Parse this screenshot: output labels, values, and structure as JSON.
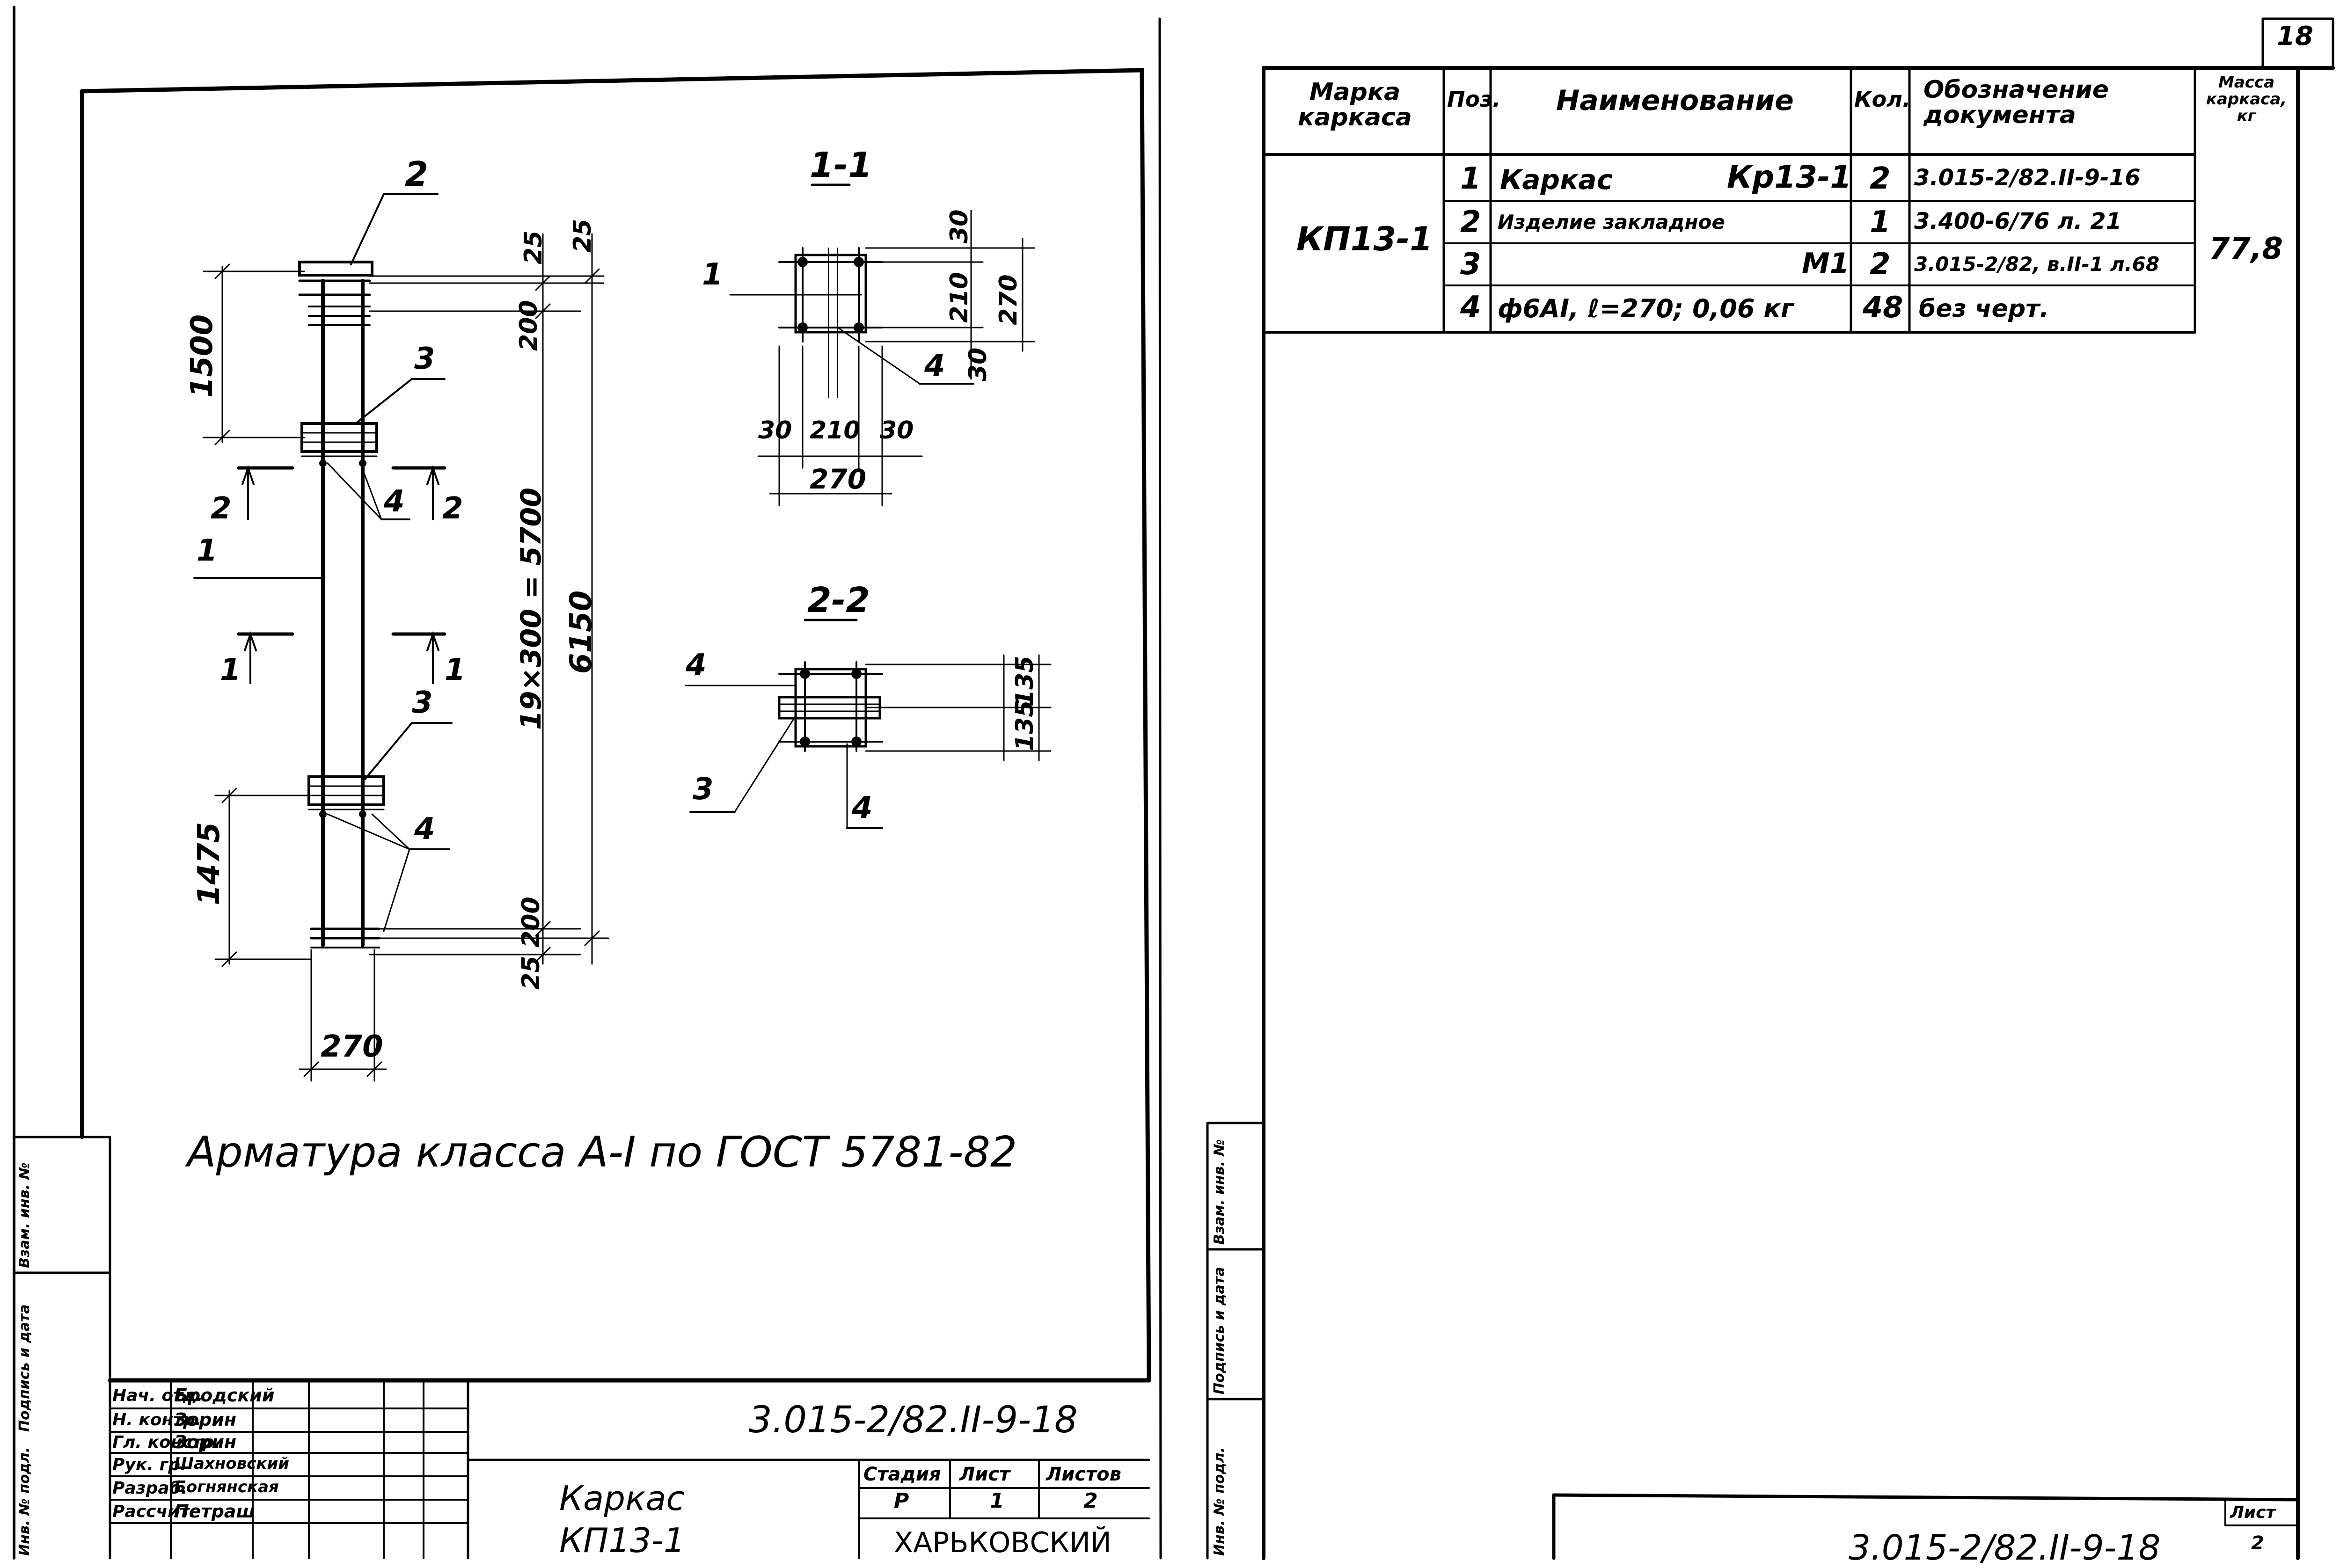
{
  "page_number": "18",
  "drawing": {
    "callout_2_top": "2",
    "callout_3_upper": "3",
    "callout_4_upper": "4",
    "callout_3_lower": "3",
    "callout_4_lower": "4",
    "callout_1_left": "1",
    "dim_25_top": "25",
    "dim_25_top_b": "25",
    "dim_200_top": "200",
    "dim_1500": "1500",
    "dim_5700": "19×300 = 5700",
    "dim_6150": "6150",
    "dim_1475": "1475",
    "dim_200_bottom": "200",
    "dim_25_bottom": "25",
    "dim_270_bottom": "270",
    "cut_2_left": "2",
    "cut_2_right": "2",
    "cut_1_left": "1",
    "cut_1_right": "1",
    "note": "Арматура класса А-I по ГОСТ 5781-82"
  },
  "section_1": {
    "title": "1-1",
    "callout_1": "1",
    "callout_4": "4",
    "dim_30_top": "30",
    "dim_210_v": "210",
    "dim_270_v": "270",
    "dim_30_bot": "30",
    "dim_30_left": "30",
    "dim_210_h": "210",
    "dim_30_right": "30",
    "dim_270_h": "270"
  },
  "section_2": {
    "title": "2-2",
    "callout_4_top": "4",
    "callout_3": "3",
    "callout_4_bot": "4",
    "dim_135_a": "135",
    "dim_135_b": "135"
  },
  "left_margin_labels": [
    "Взам. инв. №",
    "Подпись и дата",
    "Инв. № подл."
  ],
  "right_margin_labels": [
    "Взам. инв. №",
    "Подпись и дата",
    "Инв. № подл."
  ],
  "title_block": {
    "roles": [
      "Нач. отд.",
      "Н. контр.",
      "Гл. констр.",
      "Рук. гр.",
      "Разраб.",
      "Рассчит."
    ],
    "names": [
      "Бродский",
      "Зорин",
      "Зорин",
      "Шахновский",
      "Богнянская",
      "Петраш"
    ],
    "doc_code": "3.015-2/82.II-9-18",
    "title_line1": "Каркас",
    "title_line2": "КП13-1",
    "stage_header": "Стадия",
    "sheet_header": "Лист",
    "sheets_header": "Листов",
    "stage": "Р",
    "sheet": "1",
    "sheets": "2",
    "org": "ХАРЬКОВСКИЙ"
  },
  "spec_table": {
    "headers": {
      "mark": "Марка каркаса",
      "pos": "Поз.",
      "name": "Наименование",
      "qty": "Кол.",
      "doc": "Обозначение документа",
      "mass": "Масса каркаса, кг"
    },
    "mark": "КП13-1",
    "mass": "77,8",
    "rows": [
      {
        "pos": "1",
        "name": "Каркас",
        "name_b": "Кр13-1",
        "qty": "2",
        "doc": "3.015-2/82.II-9-16"
      },
      {
        "pos": "2",
        "name": "Изделие закладное",
        "name_b": "",
        "qty": "1",
        "doc": "3.400-6/76 л. 21"
      },
      {
        "pos": "3",
        "name": "",
        "name_b": "М1",
        "qty": "2",
        "doc": "3.015-2/82, в.II-1 л.68"
      },
      {
        "pos": "4",
        "name": "ф6АI, ℓ=270; 0,06 кг",
        "name_b": "",
        "qty": "48",
        "doc": "без черт."
      }
    ]
  },
  "bottom_right": {
    "doc_code": "3.015-2/82.II-9-18",
    "sheet_label": "Лист",
    "sheet_no": "2"
  }
}
